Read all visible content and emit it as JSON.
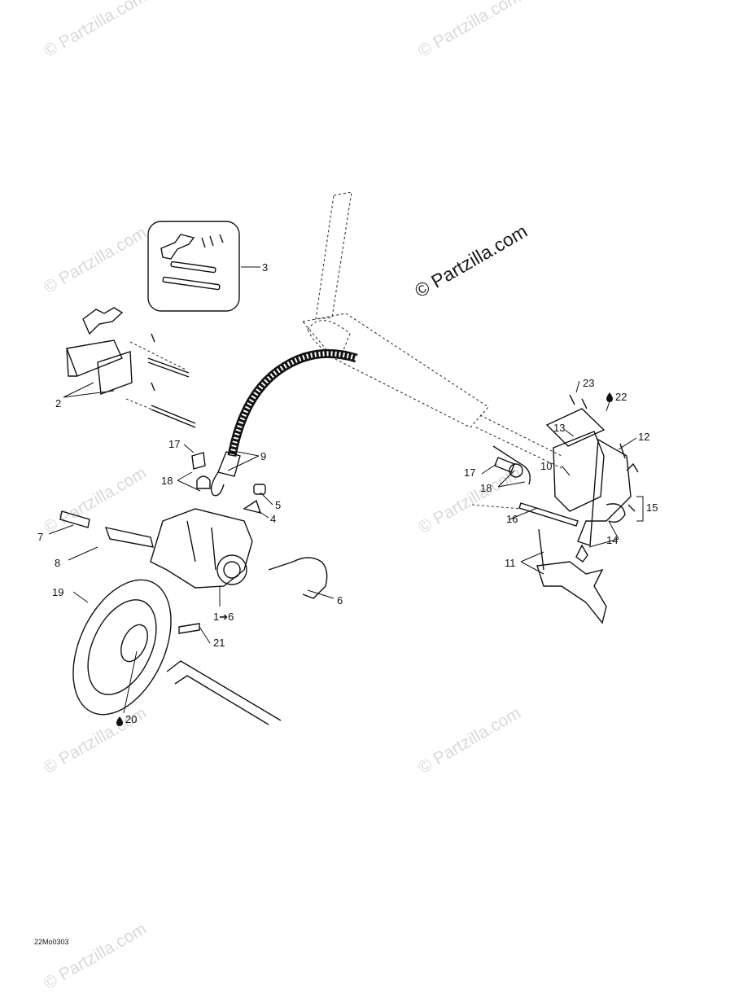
{
  "watermarks": [
    "© Partzilla.com",
    "© Partzilla.com",
    "© Partzilla.com",
    "© Partzilla.com",
    "© Partzilla.com",
    "© Partzilla.com",
    "© Partzilla.com",
    "© Partzilla.com"
  ],
  "main_watermark": "© Partzilla.com",
  "diagram_code": "22Mo0303",
  "callouts": {
    "c1": "1➔6",
    "c2": "2",
    "c3": "3",
    "c4": "4",
    "c5": "5",
    "c6": "6",
    "c7": "7",
    "c8": "8",
    "c9": "9",
    "c10": "10",
    "c11": "11",
    "c12": "12",
    "c13": "13",
    "c14": "14",
    "c15": "15",
    "c16": "16",
    "c17a": "17",
    "c17b": "17",
    "c18a": "18",
    "c18b": "18",
    "c19": "19",
    "c20": "20",
    "c21": "21",
    "c22": "22",
    "c23": "23"
  }
}
